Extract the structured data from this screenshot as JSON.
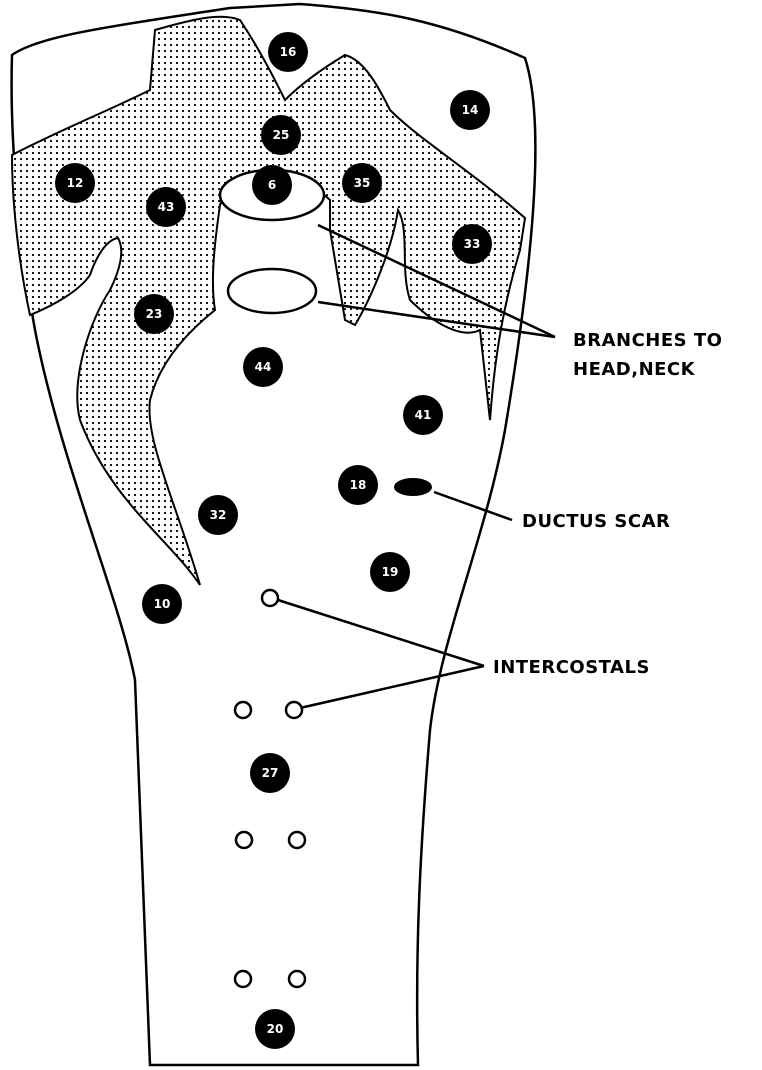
{
  "labels": {
    "branches_line1": "BRANCHES TO",
    "branches_line2": "HEAD,NECK",
    "ductus": "DUCTUS SCAR",
    "intercostals": "INTERCOSTALS"
  },
  "markers": [
    {
      "id": "m-top-center",
      "text": "16"
    },
    {
      "id": "m-right-top",
      "text": "14"
    },
    {
      "id": "m-center-upper",
      "text": "25"
    },
    {
      "id": "m-left-top",
      "text": "12"
    },
    {
      "id": "m-left-mid",
      "text": "43"
    },
    {
      "id": "m-center-ostium",
      "text": "6"
    },
    {
      "id": "m-right-mid",
      "text": "35"
    },
    {
      "id": "m-right-lower",
      "text": "33"
    },
    {
      "id": "m-left-lower",
      "text": "23"
    },
    {
      "id": "m-center-44",
      "text": "44"
    },
    {
      "id": "m-right-41",
      "text": "41"
    },
    {
      "id": "m-ductus-18",
      "text": "18"
    },
    {
      "id": "m-left-32",
      "text": "32"
    },
    {
      "id": "m-right-19",
      "text": "19"
    },
    {
      "id": "m-left-10",
      "text": "10"
    },
    {
      "id": "m-lower-27",
      "text": "27"
    },
    {
      "id": "m-bottom-20",
      "text": "20"
    }
  ],
  "colors": {
    "ink": "#000000",
    "paper": "#ffffff"
  }
}
